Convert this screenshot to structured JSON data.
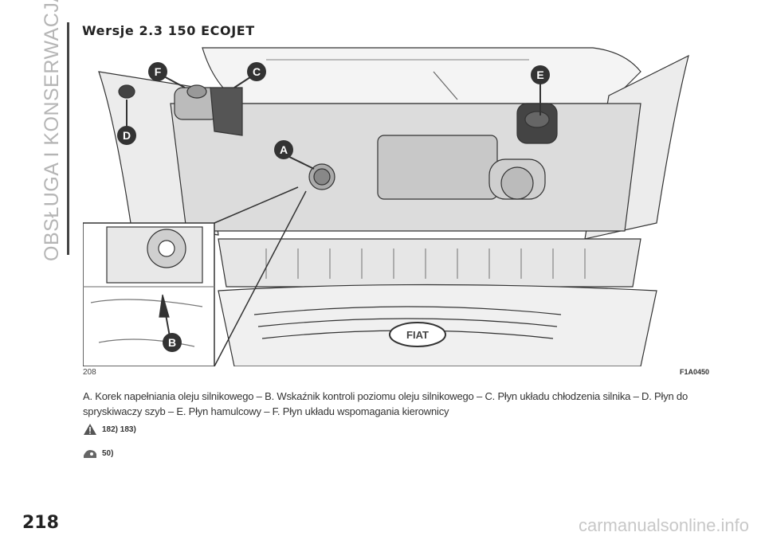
{
  "side_tab": "OBSŁUGA I KONSERWACJA",
  "section_title": "Wersje 2.3 150 ECOJET",
  "figure": {
    "number": "208",
    "code": "F1A0450",
    "markers": [
      "A",
      "B",
      "C",
      "D",
      "E",
      "F"
    ],
    "logo_text": "FIAT"
  },
  "caption": "A. Korek napełniania oleju silnikowego – B. Wskaźnik kontroli poziomu oleju silnikowego – C. Płyn układu chłodzenia silnika – D. Płyn do spryskiwaczy szyb – E. Płyn hamulcowy – F. Płyn układu wspomagania kierownicy",
  "references": [
    {
      "icon": "warning-triangle-icon",
      "text": "182) 183)"
    },
    {
      "icon": "environment-hand-icon",
      "text": "50)"
    }
  ],
  "page_number": "218",
  "watermark": "carmanualsonline.info"
}
